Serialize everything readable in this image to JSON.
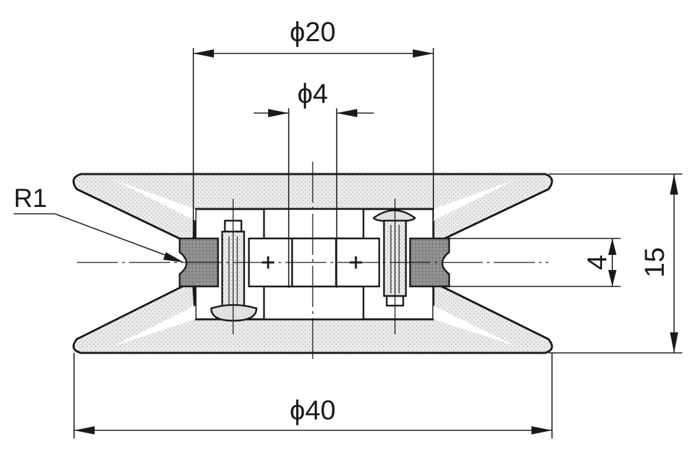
{
  "dimensions": {
    "bore_diameter": "ϕ20",
    "pin_diameter": "ϕ4",
    "outer_diameter": "ϕ40",
    "groove_width": "4",
    "total_width": "15",
    "fillet_radius": "R1"
  },
  "colors": {
    "line": "#1a1a1a",
    "hatch_fill": "#8f8f8f",
    "stipple_fill": "#e4e4e4",
    "background": "#ffffff"
  }
}
